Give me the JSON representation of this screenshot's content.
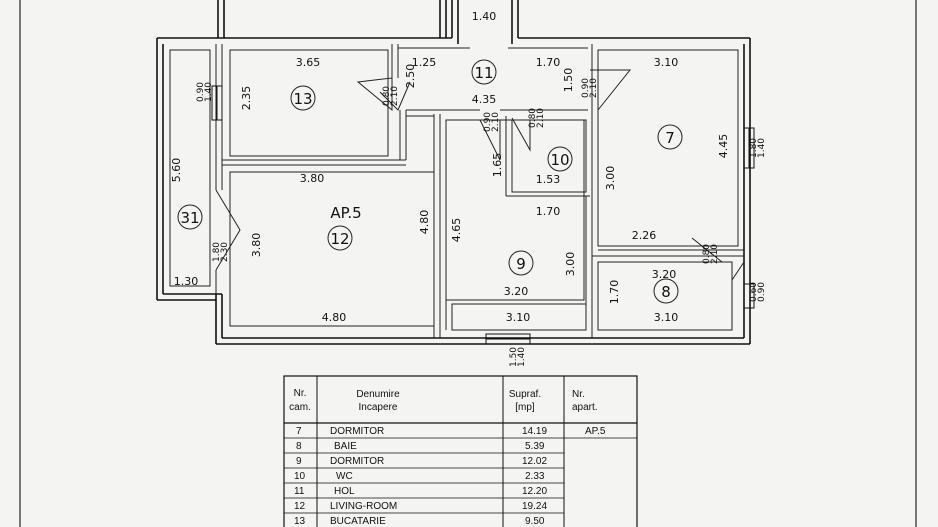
{
  "plan": {
    "apartment_label": "AP.5",
    "rooms": [
      {
        "num": "7"
      },
      {
        "num": "8"
      },
      {
        "num": "9"
      },
      {
        "num": "10"
      },
      {
        "num": "11"
      },
      {
        "num": "12"
      },
      {
        "num": "13"
      },
      {
        "num": "31"
      }
    ],
    "dims": {
      "d140_top": "1.40",
      "d365": "3.65",
      "d125": "1.25",
      "d170_hol": "1.70",
      "d310_r7": "3.10",
      "d250": "2.50",
      "d150": "1.50",
      "d235": "2.35",
      "d435": "4.35",
      "d445": "4.45",
      "d165": "1.65",
      "d153": "1.53",
      "d560": "5.60",
      "d380_top": "3.80",
      "d300_r7": "3.00",
      "d170_wc": "1.70",
      "d480_v": "4.80",
      "d465": "4.65",
      "d380_v": "3.80",
      "d226": "2.26",
      "d300_r9": "3.00",
      "d320_r8": "3.20",
      "d130": "1.30",
      "d320_r9": "3.20",
      "d170_r8": "1.70",
      "d480_bot": "4.80",
      "d310_r9": "3.10",
      "d310_r8": "3.10"
    },
    "openings": {
      "w13": "0.90",
      "w13b": "1.40",
      "door13": "0.80",
      "door13b": "2.10",
      "door11a": "0.90",
      "door11b": "2.10",
      "door10a": "0.80",
      "door10b": "2.10",
      "door7a": "0.90",
      "door7b": "2.10",
      "win7a": "1.80",
      "win7b": "1.40",
      "door31a": "1.80",
      "door31b": "2.30",
      "door8a": "0.80",
      "door8b": "2.10",
      "win8a": "0.60",
      "win8b": "0.90",
      "win9a": "1.50",
      "win9b": "1.40"
    }
  },
  "table": {
    "headers": {
      "nr1": "Nr.",
      "nr2": "cam.",
      "den1": "Denumire",
      "den2": "Incapere",
      "sup1": "Supraf.",
      "sup2": "[mp]",
      "ap1": "Nr.",
      "ap2": "apart."
    },
    "rows": [
      {
        "nr": "7",
        "name": "DORMITOR",
        "area": "14.19",
        "ap": "AP.5"
      },
      {
        "nr": "8",
        "name": "BAIE",
        "area": "5.39",
        "ap": ""
      },
      {
        "nr": "9",
        "name": "DORMITOR",
        "area": "12.02",
        "ap": ""
      },
      {
        "nr": "10",
        "name": "WC",
        "area": "2.33",
        "ap": ""
      },
      {
        "nr": "11",
        "name": "HOL",
        "area": "12.20",
        "ap": ""
      },
      {
        "nr": "12",
        "name": "LIVING-ROOM",
        "area": "19.24",
        "ap": ""
      },
      {
        "nr": "13",
        "name": "BUCATARIE",
        "area": "9.50",
        "ap": ""
      }
    ]
  }
}
